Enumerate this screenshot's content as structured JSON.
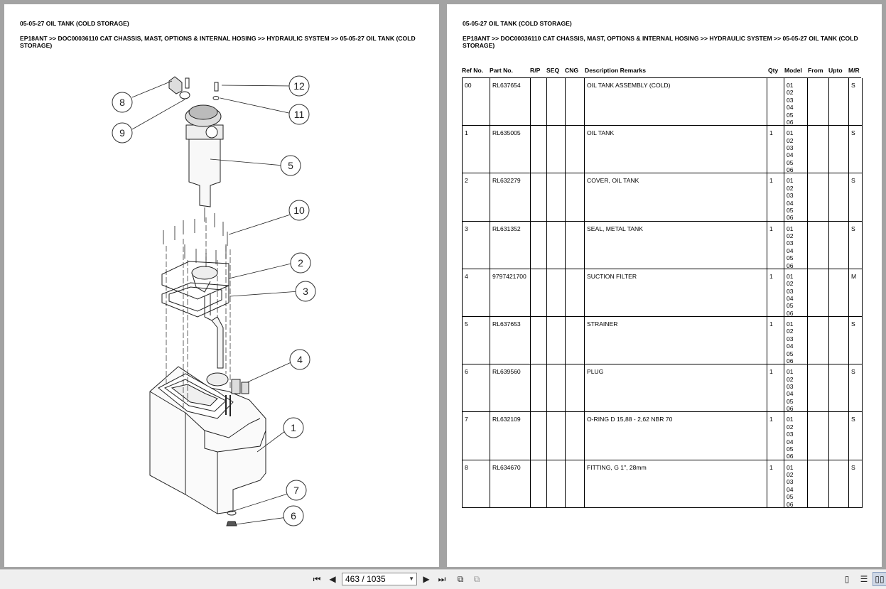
{
  "left_page": {
    "title": "05-05-27 OIL TANK (COLD STORAGE)",
    "breadcrumb": "EP18ANT >> DOC00036110 CAT CHASSIS, MAST, OPTIONS & INTERNAL HOSING >> HYDRAULIC SYSTEM >> 05-05-27 OIL TANK (COLD STORAGE)",
    "callouts": [
      "1",
      "2",
      "3",
      "4",
      "5",
      "6",
      "7",
      "8",
      "9",
      "10",
      "11",
      "12"
    ]
  },
  "right_page": {
    "title": "05-05-27 OIL TANK (COLD STORAGE)",
    "breadcrumb": "EP18ANT >> DOC00036110 CAT CHASSIS, MAST, OPTIONS & INTERNAL HOSING >> HYDRAULIC SYSTEM >> 05-05-27 OIL TANK (COLD STORAGE)",
    "columns": {
      "ref": "Ref No.",
      "part": "Part No.",
      "rp": "R/P",
      "seq": "SEQ",
      "cng": "CNG",
      "desc": "Description Remarks",
      "qty": "Qty",
      "model": "Model",
      "from": "From",
      "upto": "Upto",
      "mr": "M/R"
    },
    "rows": [
      {
        "ref": "00",
        "part": "RL637654",
        "desc": "OIL TANK ASSEMBLY (COLD)",
        "qty": "",
        "models": "01\n02\n03\n04\n05\n06",
        "mr": "S"
      },
      {
        "ref": "1",
        "part": "RL635005",
        "desc": "OIL TANK",
        "qty": "1",
        "models": "01\n02\n03\n04\n05\n06",
        "mr": "S"
      },
      {
        "ref": "2",
        "part": "RL632279",
        "desc": "COVER, OIL TANK",
        "qty": "1",
        "models": "01\n02\n03\n04\n05\n06",
        "mr": "S"
      },
      {
        "ref": "3",
        "part": "RL631352",
        "desc": "SEAL, METAL TANK",
        "qty": "1",
        "models": "01\n02\n03\n04\n05\n06",
        "mr": "S"
      },
      {
        "ref": "4",
        "part": "9797421700",
        "desc": "SUCTION FILTER",
        "qty": "1",
        "models": "01\n02\n03\n04\n05\n06",
        "mr": "M"
      },
      {
        "ref": "5",
        "part": "RL637653",
        "desc": "STRAINER",
        "qty": "1",
        "models": "01\n02\n03\n04\n05\n06",
        "mr": "S"
      },
      {
        "ref": "6",
        "part": "RL639560",
        "desc": "PLUG",
        "qty": "1",
        "models": "01\n02\n03\n04\n05\n06",
        "mr": "S"
      },
      {
        "ref": "7",
        "part": "RL632109",
        "desc": "O-RING D 15,88 - 2,62 NBR 70",
        "qty": "1",
        "models": "01\n02\n03\n04\n05\n06",
        "mr": "S"
      },
      {
        "ref": "8",
        "part": "RL634670",
        "desc": "FITTING, G 1\", 28mm",
        "qty": "1",
        "models": "01\n02\n03\n04\n05\n06",
        "mr": "S"
      }
    ]
  },
  "toolbar": {
    "page_indicator": "463 / 1035",
    "icons": [
      "first-page-icon",
      "prev-page-icon",
      "next-page-icon",
      "last-page-icon",
      "previous-view-icon",
      "next-view-icon",
      "single-page-icon",
      "continuous-icon",
      "two-page-icon"
    ]
  }
}
